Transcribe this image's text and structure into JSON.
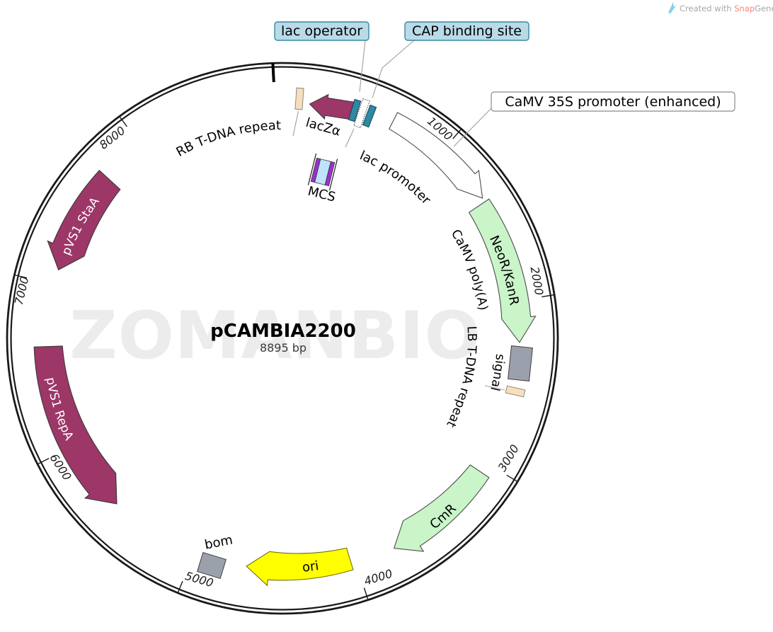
{
  "credit": {
    "created_with": "Created with ",
    "brand_snap": "Snap",
    "brand_gene": "Gene",
    "registered": "®"
  },
  "title": {
    "name": "pCAMBIA2200",
    "length": "8895 bp"
  },
  "watermark": "ZOMANBIO",
  "callout_labels": {
    "lac_operator": "lac operator",
    "cap_binding_site": "CAP binding site",
    "camv_35s_promoter": "CaMV 35S promoter (enhanced)"
  },
  "feature_labels": {
    "laczalpha": "lacZα",
    "lac_promoter": "lac promoter",
    "mcs": "MCS",
    "rb_tdna_repeat": "RB T-DNA repeat",
    "neor_kanr": "NeoR/KanR",
    "camv_polya_line1": "CaMV poly(A)",
    "camv_polya_line2": "signal",
    "lb_tdna_repeat": "LB T-DNA repeat",
    "cmr": "CmR",
    "ori": "ori",
    "bom": "bom",
    "pvs1_repa": "pVS1 RepA",
    "pvs1_staa": "pVS1 StaA"
  },
  "ticks": [
    "1000",
    "2000",
    "3000",
    "4000",
    "5000",
    "6000",
    "7000",
    "8000"
  ],
  "colors": {
    "reverse_feature_maroon": "#9c3767",
    "resistance_green": "#c9f5c9",
    "ori_yellow": "#ffff00",
    "operator_teal": "#2e8aa2",
    "tdna_tan": "#f8dfba",
    "misc_gray": "#9ba1ac",
    "mcs_blue": "#bfe3ff",
    "mcs_purple": "#9a30cf",
    "callout_blue_fill": "#b8dbe7",
    "callout_blue_border": "#3a87a5",
    "backbone_black": "#1a1a1a",
    "snapgene_salmon": "#f0867c",
    "snapgene_icon_blue": "#7fd2ec"
  }
}
